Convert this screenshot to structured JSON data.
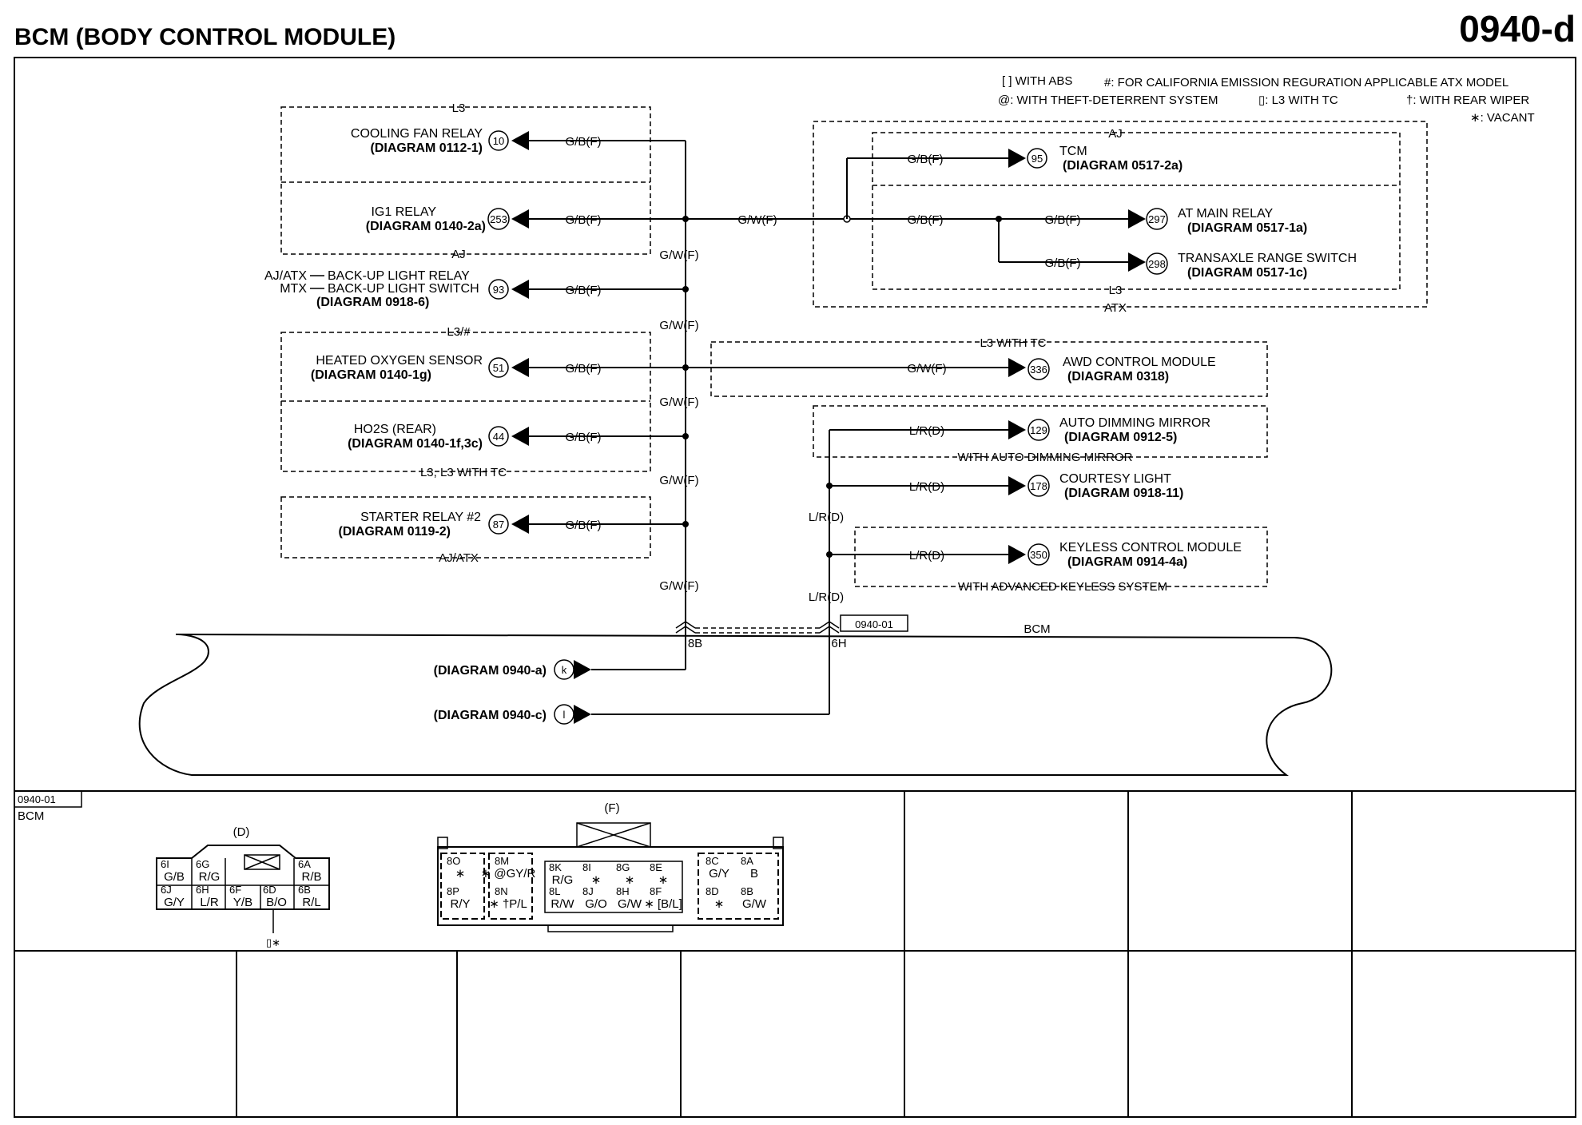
{
  "header": {
    "title": "BCM (BODY CONTROL MODULE)",
    "page_code": "0940-d"
  },
  "legend": {
    "abs": "[ ] WITH ABS",
    "california": "#: FOR CALIFORNIA EMISSION REGURATION APPLICABLE ATX MODEL",
    "theft": "@: WITH THEFT-DETERRENT SYSTEM",
    "l3tc": "▯: L3 WITH TC",
    "wiper": "†: WITH REAR WIPER",
    "vacant": "∗: VACANT"
  },
  "groups": {
    "l3_top": "L3",
    "aj_left": "AJ",
    "l3_hash": "L3/#",
    "l3_l3tc": "L3, L3 WITH TC",
    "aj_atx": "AJ/ATX",
    "aj_right": "AJ",
    "l3_right": "L3",
    "atx": "ATX",
    "l3_with_tc": "L3 WITH TC",
    "auto_dim": "WITH AUTO DIMMING MIRROR",
    "adv_keyless": "WITH ADVANCED KEYLESS SYSTEM"
  },
  "components": {
    "cooling_fan": {
      "name": "COOLING FAN RELAY",
      "diagram": "(DIAGRAM 0112-1)",
      "num": "10",
      "wire": "G/B(F)"
    },
    "ig1": {
      "name": "IG1 RELAY",
      "diagram": "(DIAGRAM 0140-2a)",
      "num": "253",
      "wire": "G/B(F)"
    },
    "backup": {
      "prefix1": "AJ/ATX",
      "name1": "BACK-UP LIGHT RELAY",
      "prefix2": "MTX",
      "name2": "BACK-UP LIGHT SWITCH",
      "diagram": "(DIAGRAM 0918-6)",
      "num": "93",
      "wire": "G/B(F)"
    },
    "heated_o2": {
      "name": "HEATED OXYGEN SENSOR",
      "diagram": "(DIAGRAM 0140-1g)",
      "num": "51",
      "wire": "G/B(F)"
    },
    "ho2s_rear": {
      "name": "HO2S (REAR)",
      "diagram": "(DIAGRAM 0140-1f,3c)",
      "num": "44",
      "wire": "G/B(F)"
    },
    "starter": {
      "name": "STARTER RELAY #2",
      "diagram": "(DIAGRAM 0119-2)",
      "num": "87",
      "wire": "G/B(F)"
    },
    "tcm": {
      "name": "TCM",
      "diagram": "(DIAGRAM 0517-2a)",
      "num": "95",
      "wire": "G/B(F)"
    },
    "at_main": {
      "name": "AT MAIN RELAY",
      "diagram": "(DIAGRAM 0517-1a)",
      "num": "297",
      "wire": "G/B(F)"
    },
    "transaxle": {
      "name": "TRANSAXLE RANGE SWITCH",
      "diagram": "(DIAGRAM 0517-1c)",
      "num": "298",
      "wire": "G/B(F)"
    },
    "awd": {
      "name": "AWD CONTROL MODULE",
      "diagram": "(DIAGRAM 0318)",
      "num": "336",
      "wire": "G/W(F)"
    },
    "auto_dim": {
      "name": "AUTO DIMMING MIRROR",
      "diagram": "(DIAGRAM 0912-5)",
      "num": "129",
      "wire": "L/R(D)"
    },
    "courtesy": {
      "name": "COURTESY LIGHT",
      "diagram": "(DIAGRAM 0918-11)",
      "num": "178",
      "wire": "L/R(D)"
    },
    "keyless": {
      "name": "KEYLESS CONTROL MODULE",
      "diagram": "(DIAGRAM 0914-4a)",
      "num": "350",
      "wire": "L/R(D)"
    }
  },
  "wires": {
    "gb_junction": "G/B(F)",
    "gw_main": "G/W(F)",
    "gw_trunk1": "G/W(F)",
    "gw_trunk2": "G/W(F)",
    "gw_trunk3": "G/W(F)",
    "gw_trunk4": "G/W(F)",
    "gw_trunk5": "G/W(F)",
    "lr_trunk1": "L/R(D)",
    "lr_trunk2": "L/R(D)"
  },
  "bcm": {
    "label": "BCM",
    "connector_ref": "0940-01",
    "pin_8b": "8B",
    "pin_6h": "6H",
    "diag_a": "(DIAGRAM 0940-a)",
    "diag_a_letter": "k",
    "diag_c": "(DIAGRAM 0940-c)",
    "diag_c_letter": "l"
  },
  "connector_panel": {
    "ref": "0940-01",
    "name": "BCM",
    "conn_d": {
      "label": "(D)",
      "note": "▯∗",
      "pins": [
        {
          "id": "6I",
          "wire": "G/B"
        },
        {
          "id": "6G",
          "wire": "R/G"
        },
        {
          "id": "6A",
          "wire": "R/B"
        },
        {
          "id": "6J",
          "wire": "G/Y"
        },
        {
          "id": "6H",
          "wire": "L/R"
        },
        {
          "id": "6F",
          "wire": "Y/B"
        },
        {
          "id": "6D",
          "wire": "B/O"
        },
        {
          "id": "6B",
          "wire": "R/L"
        }
      ]
    },
    "conn_f": {
      "label": "(F)",
      "pins": [
        {
          "id": "8O",
          "wire": "∗"
        },
        {
          "id": "8P",
          "wire": "R/Y"
        },
        {
          "id": "8M",
          "wire": "∗ @GY/R"
        },
        {
          "id": "8N",
          "wire": "∗ †P/L"
        },
        {
          "id": "8K",
          "wire": "R/G"
        },
        {
          "id": "8I",
          "wire": "∗"
        },
        {
          "id": "8G",
          "wire": "∗"
        },
        {
          "id": "8E",
          "wire": "∗"
        },
        {
          "id": "8L",
          "wire": "R/W"
        },
        {
          "id": "8J",
          "wire": "G/O"
        },
        {
          "id": "8H",
          "wire": "G/W"
        },
        {
          "id": "8F",
          "wire": "∗ [B/L]"
        },
        {
          "id": "8C",
          "wire": "G/Y"
        },
        {
          "id": "8A",
          "wire": "B"
        },
        {
          "id": "8D",
          "wire": "∗"
        },
        {
          "id": "8B",
          "wire": "G/W"
        }
      ]
    }
  }
}
